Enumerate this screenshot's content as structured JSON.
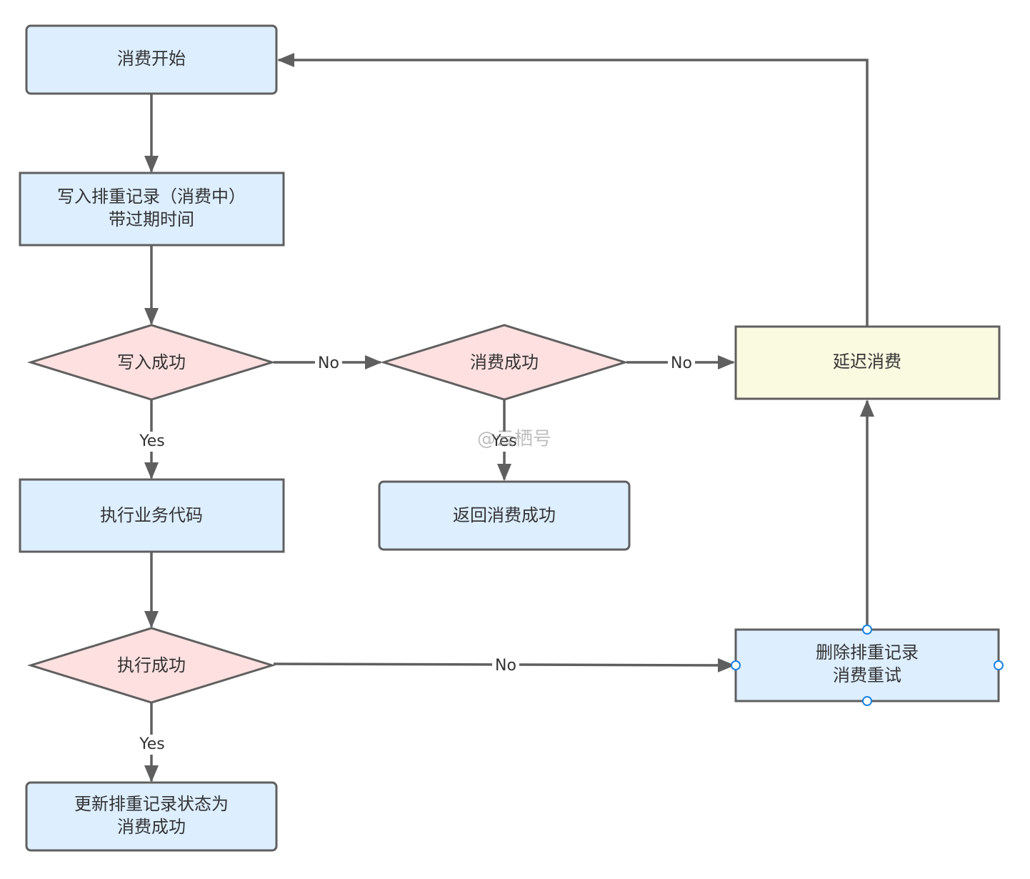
{
  "colors": {
    "process_fill": "#ddeeff",
    "decision_fill": "#ffe0e0",
    "delay_fill": "#fafae1",
    "stroke": "#5f5f5f",
    "text": "#333333",
    "handle": "#1a82e2"
  },
  "nodes": {
    "start": {
      "lines": [
        "消费开始"
      ]
    },
    "write_record": {
      "lines": [
        "写入排重记录（消费中）",
        "带过期时间"
      ]
    },
    "write_ok": {
      "lines": [
        "写入成功"
      ]
    },
    "consume_ok": {
      "lines": [
        "消费成功"
      ]
    },
    "delay": {
      "lines": [
        "延迟消费"
      ]
    },
    "exec_biz": {
      "lines": [
        "执行业务代码"
      ]
    },
    "return_ok": {
      "lines": [
        "返回消费成功"
      ]
    },
    "exec_ok": {
      "lines": [
        "执行成功"
      ]
    },
    "delete_retry": {
      "lines": [
        "删除排重记录",
        "消费重试"
      ]
    },
    "update_status": {
      "lines": [
        "更新排重记录状态为",
        "消费成功"
      ]
    }
  },
  "edge_labels": {
    "no": "No",
    "yes": "Yes"
  },
  "watermark": "@云栖号"
}
